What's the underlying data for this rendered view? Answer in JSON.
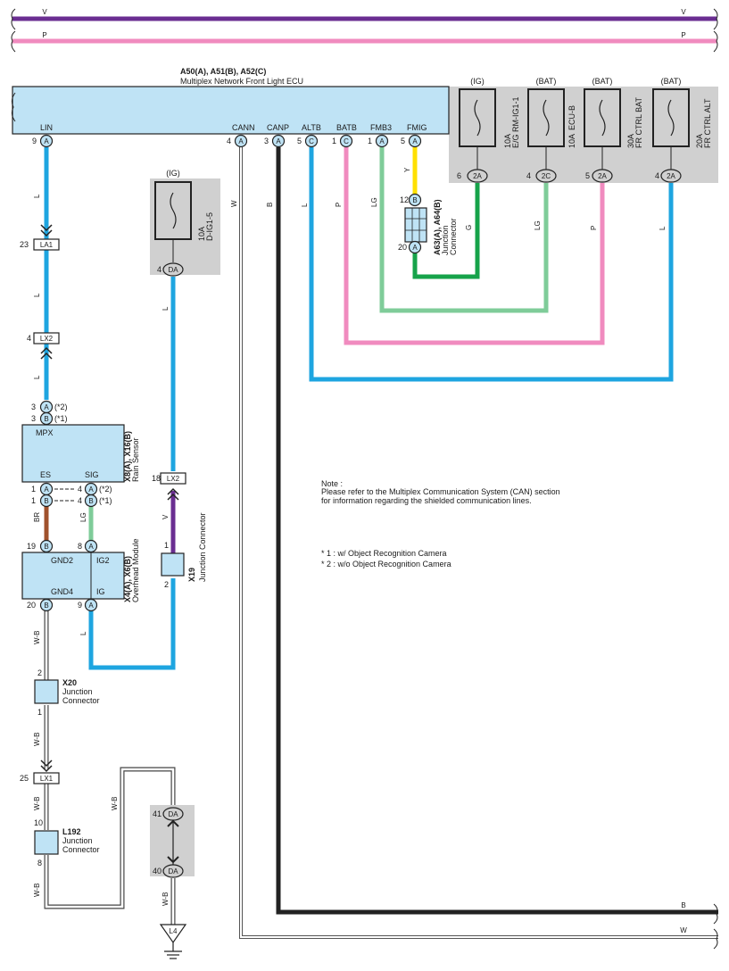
{
  "colors": {
    "L": "#1ea5e0",
    "V": "#6a2e91",
    "P": "#f08bbf",
    "B": "#222222",
    "LG": "#7fcc99",
    "G": "#16a34a",
    "Y": "#ffe000",
    "BR": "#a0522d",
    "component_fill": "#bfe3f5",
    "fuse_box_fill": "#d0d0d0"
  },
  "bus": {
    "v_label": "V",
    "p_label": "P"
  },
  "ecu": {
    "title": "A50(A), A51(B), A52(C)",
    "subtitle": "Multiplex Network Front Light ECU",
    "terminals": [
      {
        "name": "LIN",
        "num": "9",
        "conn": "A"
      },
      {
        "name": "CANN",
        "num": "4",
        "conn": "A"
      },
      {
        "name": "CANP",
        "num": "3",
        "conn": "A"
      },
      {
        "name": "ALTB",
        "num": "5",
        "conn": "C"
      },
      {
        "name": "BATB",
        "num": "1",
        "conn": "C"
      },
      {
        "name": "FMB3",
        "num": "1",
        "conn": "A"
      },
      {
        "name": "FMIG",
        "num": "5",
        "conn": "A"
      }
    ]
  },
  "fuses": [
    {
      "type": "(IG)",
      "rating": "10A",
      "name": "E/G RM-IG1-1",
      "pin": "6",
      "conn": "2A"
    },
    {
      "type": "(BAT)",
      "rating": "10A",
      "name": "ECU-B",
      "pin": "4",
      "conn": "2C"
    },
    {
      "type": "(BAT)",
      "rating": "30A",
      "name": "FR CTRL BAT",
      "pin": "5",
      "conn": "2A"
    },
    {
      "type": "(BAT)",
      "rating": "20A",
      "name": "FR CTRL ALT",
      "pin": "4",
      "conn": "2A"
    }
  ],
  "fuse_dig": {
    "type": "(IG)",
    "rating": "10A",
    "name": "D-IG1-5",
    "pin": "4",
    "conn": "DA"
  },
  "junction_a63": {
    "title": "A63(A), A64(B)",
    "subtitle": "Junction",
    "subtitle2": "Connector",
    "pin_top": "12",
    "conn_top": "B",
    "pin_bottom": "20",
    "conn_bottom": "A"
  },
  "wire_labels": {
    "lin": "L",
    "cann": "W",
    "canp": "B",
    "altb": "L",
    "batb": "P",
    "fmb3": "LG",
    "fmig": "Y",
    "g": "G",
    "lg2": "LG",
    "p2": "P",
    "l2": "L",
    "dig": "L",
    "x19": "V",
    "br": "BR",
    "lg3": "LG",
    "ig": "L",
    "wb1": "W-B",
    "wb2": "W-B",
    "wb3": "W-B",
    "wb4": "W-B",
    "wb5": "W-B",
    "wb6": "W-B",
    "bottom_b": "B",
    "bottom_w": "W"
  },
  "connectors": {
    "la1": {
      "pin": "23",
      "name": "LA1"
    },
    "lx2a": {
      "pin": "4",
      "name": "LX2"
    },
    "lx2b": {
      "pin": "18",
      "name": "LX2"
    },
    "lx1": {
      "pin": "25",
      "name": "LX1"
    },
    "da41": {
      "pin": "41",
      "name": "DA"
    },
    "da40": {
      "pin": "40",
      "name": "DA"
    }
  },
  "rain_sensor": {
    "title": "X8(A), X16(B)",
    "subtitle": "Rain Sensor",
    "mpx": "MPX",
    "es": "ES",
    "sig": "SIG",
    "pin_a_top": "3",
    "conn_a_top": "A",
    "note_a_top": "(*2)",
    "pin_b_top": "3",
    "conn_b_top": "B",
    "note_b_top": "(*1)",
    "es_a_pin": "1",
    "es_a_conn": "A",
    "es_b_pin": "1",
    "es_b_conn": "B",
    "sig_a_pin": "4",
    "sig_a_conn": "A",
    "sig_a_note": "(*2)",
    "sig_b_pin": "4",
    "sig_b_conn": "B",
    "sig_b_note": "(*1)"
  },
  "overhead": {
    "title": "X4(A), X6(B)",
    "subtitle": "Overhead Module",
    "gnd2": "GND2",
    "gnd4": "GND4",
    "ig2": "IG2",
    "ig": "IG",
    "pin_gnd2": "19",
    "conn_gnd2": "B",
    "pin_ig2": "8",
    "conn_ig2": "A",
    "pin_gnd4": "20",
    "conn_gnd4": "B",
    "pin_ig": "9",
    "conn_ig": "A"
  },
  "x19": {
    "title": "X19",
    "subtitle": "Junction Connector",
    "pin_top": "1",
    "pin_bottom": "2"
  },
  "x20": {
    "title": "X20",
    "subtitle": "Junction",
    "subtitle2": "Connector",
    "pin_top": "2",
    "pin_bottom": "1"
  },
  "l192": {
    "title": "L192",
    "subtitle": "Junction",
    "subtitle2": "Connector",
    "pin_top": "10",
    "pin_bottom": "8"
  },
  "ground": {
    "name": "L4"
  },
  "note": {
    "title": "Note :",
    "line1": "Please refer to the Multiplex Communication System (CAN) section",
    "line2": "for information regarding the shielded communication lines.",
    "star1": "* 1 : w/ Object Recognition Camera",
    "star2": "* 2 : w/o Object Recognition Camera"
  }
}
